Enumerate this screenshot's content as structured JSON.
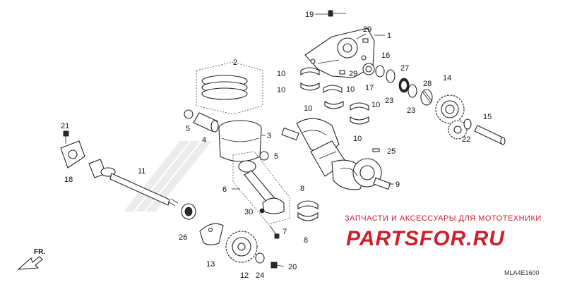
{
  "callouts": {
    "c1": "1",
    "c2": "2",
    "c3": "3",
    "c4": "4",
    "c5a": "5",
    "c5b": "5",
    "c6": "6",
    "c7": "7",
    "c8a": "8",
    "c8b": "8",
    "c9": "9",
    "c10a": "10",
    "c10b": "10",
    "c10c": "10",
    "c10d": "10",
    "c10e": "10",
    "c10f": "10",
    "c11": "11",
    "c12": "12",
    "c13": "13",
    "c14": "14",
    "c15": "15",
    "c16": "16",
    "c17": "17",
    "c18": "18",
    "c19": "19",
    "c20": "20",
    "c21": "21",
    "c22": "22",
    "c23a": "23",
    "c23b": "23",
    "c24": "24",
    "c25": "25",
    "c26": "26",
    "c27": "27",
    "c28": "28",
    "c29a": "29",
    "c29b": "29",
    "c30": "30"
  },
  "front_marker": "FR.",
  "diagram_code": "MLA4E1600",
  "watermark": {
    "tagline": "ЗАПЧАСТИ И АКСЕССУАРЫ ДЛЯ МОТОТЕХНИКИ",
    "brand": "PARTSFOR.RU"
  },
  "colors": {
    "watermark": "#d11e2f",
    "line": "#222222"
  }
}
